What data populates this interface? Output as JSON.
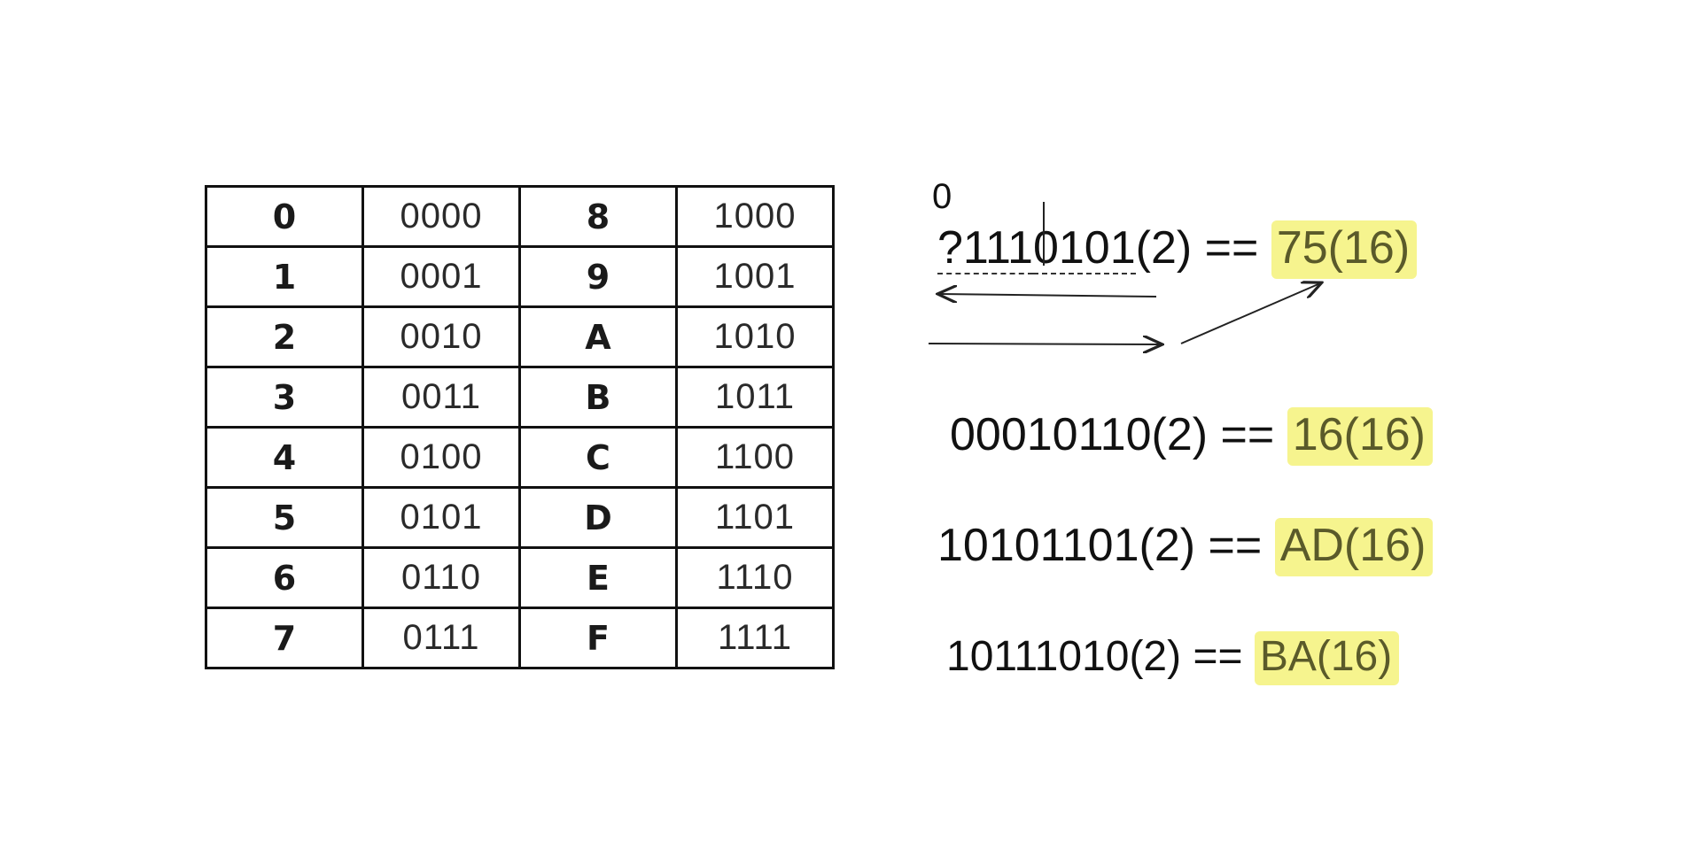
{
  "table": {
    "rows": [
      {
        "hex1": "0",
        "bin1": "0000",
        "hex2": "8",
        "bin2": "1000"
      },
      {
        "hex1": "1",
        "bin1": "0001",
        "hex2": "9",
        "bin2": "1001"
      },
      {
        "hex1": "2",
        "bin1": "0010",
        "hex2": "A",
        "bin2": "1010"
      },
      {
        "hex1": "3",
        "bin1": "0011",
        "hex2": "B",
        "bin2": "1011"
      },
      {
        "hex1": "4",
        "bin1": "0100",
        "hex2": "C",
        "bin2": "1100"
      },
      {
        "hex1": "5",
        "bin1": "0101",
        "hex2": "D",
        "bin2": "1101"
      },
      {
        "hex1": "6",
        "bin1": "0110",
        "hex2": "E",
        "bin2": "1110"
      },
      {
        "hex1": "7",
        "bin1": "0111",
        "hex2": "F",
        "bin2": "1111"
      }
    ]
  },
  "notes": {
    "zero_label": "0",
    "eq1": {
      "prefix": "?111",
      "rest": "0101",
      "base": "(2) == ",
      "result": "75(16)"
    },
    "eq2": {
      "lhs": "00010110(2) == ",
      "result": "16(16)"
    },
    "eq3": {
      "lhs": "10101101(2) == ",
      "result": "AD(16)"
    },
    "eq4": {
      "lhs": "10111010(2) == ",
      "result": "BA(16)"
    }
  },
  "colors": {
    "highlight": "#f6f48e",
    "ink": "#111111"
  }
}
